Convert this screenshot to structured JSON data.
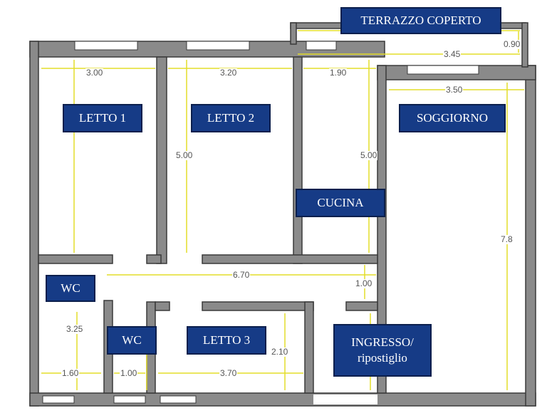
{
  "rooms": {
    "terrazzo": "TERRAZZO COPERTO",
    "letto1": "LETTO 1",
    "letto2": "LETTO 2",
    "letto3": "LETTO 3",
    "soggiorno": "SOGGIORNO",
    "cucina": "CUCINA",
    "wc1": "WC",
    "wc2": "WC",
    "ingresso": "INGRESSO/\nripostiglio"
  },
  "dimensions": {
    "letto1_width": "3.00",
    "letto2_width": "3.20",
    "cucina_width": "1.90",
    "terrazzo_width": "3.45",
    "terrazzo_depth": "0.90",
    "soggiorno_width": "3.50",
    "letto2_depth": "5.00",
    "cucina_depth": "5.00",
    "soggiorno_depth": "7.8",
    "corridor_length": "6.70",
    "corridor_width": "1.00",
    "wc1_depth": "3.25",
    "wc1_width": "1.60",
    "wc2_width": "1.00",
    "letto3_width": "3.70",
    "letto3_depth": "2.10"
  },
  "colors": {
    "wall": "#8a8a8a",
    "wall_stroke": "#3a3a3a",
    "dimension_line": "#e3dd2a",
    "label_fill": "#163b86"
  }
}
